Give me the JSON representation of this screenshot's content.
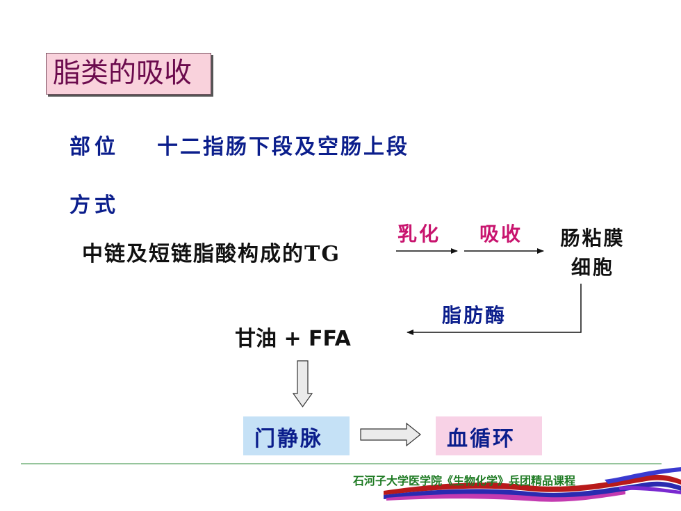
{
  "title": "脂类的吸收",
  "site": {
    "label": "部位",
    "value": "十二指肠下段及空肠上段"
  },
  "method": {
    "label": "方式"
  },
  "flow": {
    "source": "中链及短链脂酸构成的TG",
    "step1": "乳化",
    "step2": "吸收",
    "cell_line1": "肠粘膜",
    "cell_line2": "细胞",
    "enzyme": "脂肪酶",
    "products_cn": "甘油",
    "products_en": "+ FFA",
    "portal": "门静脉",
    "circulation": "血循环"
  },
  "footer": "石河子大学医学院《生物化学》兵团精品课程",
  "colors": {
    "navy": "#0b1e8c",
    "magenta": "#c8146e",
    "title_fill": "#f9d2dc",
    "portal_fill": "#c5e1f6",
    "circulation_fill": "#f8d2e6",
    "footer_green": "#1d7a22"
  }
}
